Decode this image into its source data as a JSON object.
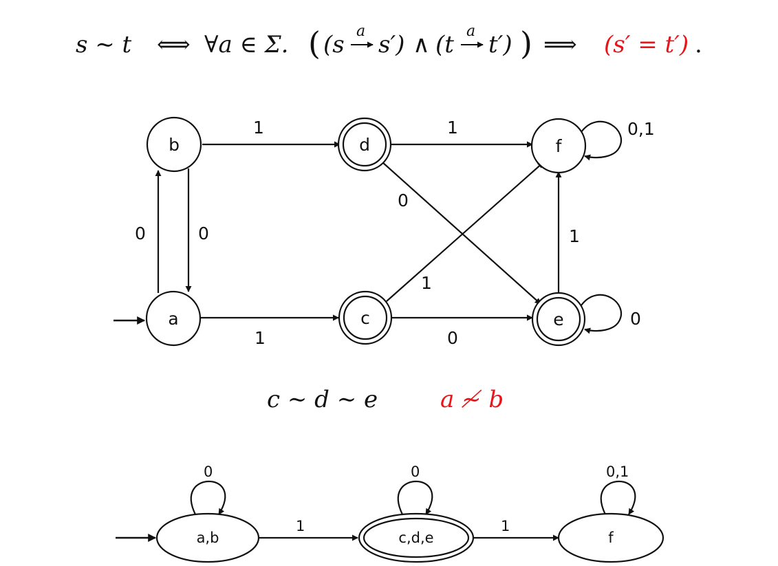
{
  "colors": {
    "ink": "#111111",
    "highlight": "#e8141a"
  },
  "formula": {
    "lhs": "s ∼ t",
    "iff": "⟺",
    "forall": "∀a ∈ Σ.",
    "open_outer": "(",
    "p1_open": "(s",
    "arrow_label": "a",
    "p1_close": "s′)",
    "and": "∧",
    "p2_open": "(t",
    "p2_close": "t′)",
    "close_outer": ")",
    "implies": "⟹",
    "conclusion": "(s′ = t′)",
    "period": "."
  },
  "dfa1": {
    "states": [
      {
        "id": "b",
        "label": "b",
        "accepting": false
      },
      {
        "id": "d",
        "label": "d",
        "accepting": true
      },
      {
        "id": "f",
        "label": "f",
        "accepting": false
      },
      {
        "id": "a",
        "label": "a",
        "accepting": false,
        "initial": true
      },
      {
        "id": "c",
        "label": "c",
        "accepting": true
      },
      {
        "id": "e",
        "label": "e",
        "accepting": true
      }
    ],
    "edges": [
      {
        "from": "b",
        "to": "d",
        "label": "1"
      },
      {
        "from": "d",
        "to": "f",
        "label": "1"
      },
      {
        "from": "f",
        "to": "f",
        "label": "0,1"
      },
      {
        "from": "a",
        "to": "b",
        "label": "0"
      },
      {
        "from": "b",
        "to": "a",
        "label": "0"
      },
      {
        "from": "d",
        "to": "e",
        "label": "0"
      },
      {
        "from": "c",
        "to": "f",
        "label": "1"
      },
      {
        "from": "e",
        "to": "f",
        "label": "1"
      },
      {
        "from": "a",
        "to": "c",
        "label": "1"
      },
      {
        "from": "c",
        "to": "e",
        "label": "0"
      },
      {
        "from": "e",
        "to": "e",
        "label": "0"
      }
    ]
  },
  "relations": {
    "equivalent": "c ∼ d ∼ e",
    "not_equivalent": "a ≁ b"
  },
  "dfa2": {
    "states": [
      {
        "id": "ab",
        "label": "a,b",
        "accepting": false,
        "initial": true
      },
      {
        "id": "cde",
        "label": "c,d,e",
        "accepting": true
      },
      {
        "id": "f",
        "label": "f",
        "accepting": false
      }
    ],
    "edges": [
      {
        "from": "ab",
        "to": "ab",
        "label": "0"
      },
      {
        "from": "ab",
        "to": "cde",
        "label": "1"
      },
      {
        "from": "cde",
        "to": "cde",
        "label": "0"
      },
      {
        "from": "cde",
        "to": "f",
        "label": "1"
      },
      {
        "from": "f",
        "to": "f",
        "label": "0,1"
      }
    ]
  }
}
